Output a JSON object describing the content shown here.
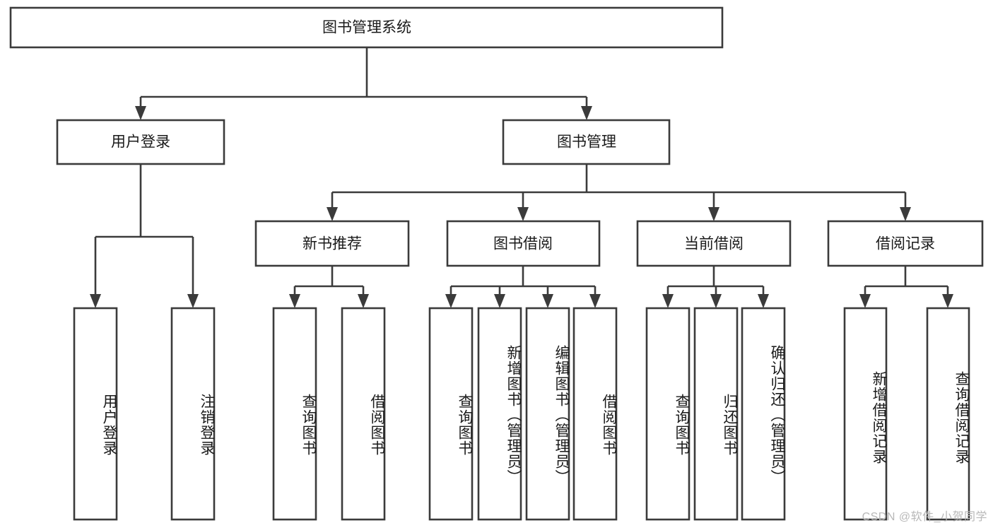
{
  "diagram": {
    "type": "tree",
    "title_node": {
      "label": "图书管理系统"
    },
    "level2": [
      {
        "id": "user-login",
        "label": "用户登录"
      },
      {
        "id": "book-management",
        "label": "图书管理"
      }
    ],
    "level3": [
      {
        "id": "new-book-recommend",
        "label": "新书推荐",
        "parent": "book-management"
      },
      {
        "id": "book-borrow",
        "label": "图书借阅",
        "parent": "book-management"
      },
      {
        "id": "current-borrow",
        "label": "当前借阅",
        "parent": "book-management"
      },
      {
        "id": "borrow-record",
        "label": "借阅记录",
        "parent": "book-management"
      }
    ],
    "leaves": [
      {
        "id": "leaf-user-login",
        "label": "用户登录",
        "parent": "user-login"
      },
      {
        "id": "leaf-logout-login",
        "label": "注销登录",
        "parent": "user-login"
      },
      {
        "id": "leaf-query-book-1",
        "label": "查询图书",
        "parent": "new-book-recommend"
      },
      {
        "id": "leaf-borrow-book-1",
        "label": "借阅图书",
        "parent": "new-book-recommend"
      },
      {
        "id": "leaf-query-book-2",
        "label": "查询图书",
        "parent": "book-borrow"
      },
      {
        "id": "leaf-add-book",
        "label": "新增图书（管理员）",
        "parent": "book-borrow"
      },
      {
        "id": "leaf-edit-book",
        "label": "编辑图书（管理员）",
        "parent": "book-borrow"
      },
      {
        "id": "leaf-borrow-book-2",
        "label": "借阅图书",
        "parent": "book-borrow"
      },
      {
        "id": "leaf-query-book-3",
        "label": "查询图书",
        "parent": "current-borrow"
      },
      {
        "id": "leaf-return-book",
        "label": "归还图书",
        "parent": "current-borrow"
      },
      {
        "id": "leaf-confirm-return",
        "label": "确认归还（管理员）",
        "parent": "current-borrow"
      },
      {
        "id": "leaf-add-record",
        "label": "新增借阅记录",
        "parent": "borrow-record"
      },
      {
        "id": "leaf-query-record",
        "label": "查询借阅记录",
        "parent": "borrow-record"
      }
    ]
  },
  "watermark": {
    "text": "CSDN @软件_小贺同学"
  },
  "colors": {
    "stroke": "#3b3b3b",
    "fill": "#ffffff",
    "text": "#1a1a1a",
    "watermark": "#b8b8b8"
  }
}
